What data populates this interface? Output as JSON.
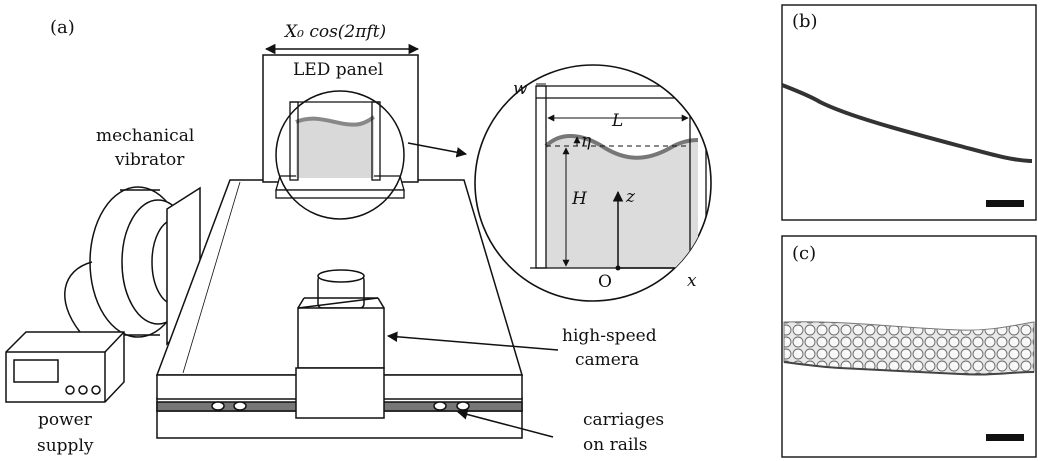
{
  "labels": {
    "panel_a": "(a)",
    "panel_b": "(b)",
    "panel_c": "(c)",
    "forcing": "X₀ cos(2πft)",
    "led_panel": "LED panel",
    "mechanical": "mechanical",
    "vibrator": "vibrator",
    "power": "power",
    "supply": "supply",
    "high_speed": "high-speed",
    "camera": "camera",
    "carriages": "carriages",
    "on_rails": "on rails",
    "w": "w",
    "L": "L",
    "eta": "η",
    "H": "H",
    "z": "z",
    "O": "O",
    "x": "x"
  },
  "colors": {
    "line": "#111111",
    "liquid": "#d9d9d9",
    "foam": "#bdbdbd",
    "background": "#ffffff"
  }
}
